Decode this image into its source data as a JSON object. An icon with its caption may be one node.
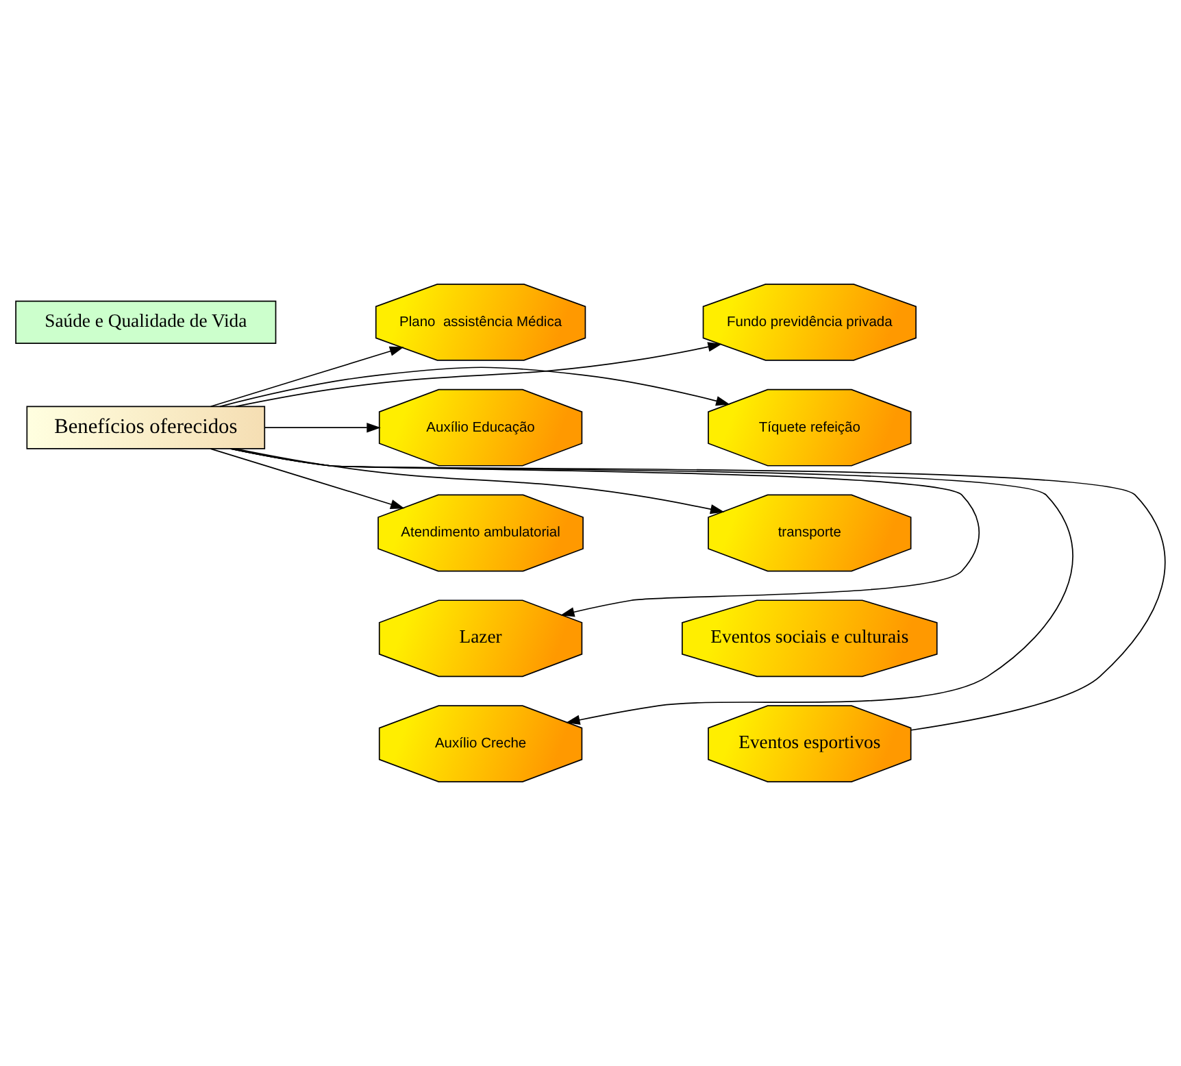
{
  "diagram": {
    "nodes": [
      {
        "text": [
          "Saúde e Qualidade de Vida"
        ]
      },
      {
        "text": [
          "Benefícios oferecidos"
        ]
      },
      {
        "text": [
          "Plano  assistência Médica"
        ]
      },
      {
        "text": [
          "Fundo previdência privada"
        ]
      },
      {
        "text": [
          "Auxílio Educação"
        ]
      },
      {
        "text": [
          "Tíquete refeição"
        ]
      },
      {
        "text": [
          "Atendimento ambulatorial"
        ]
      },
      {
        "text": [
          "transporte"
        ]
      },
      {
        "text": [
          "Lazer"
        ]
      },
      {
        "text": [
          "Eventos sociais e culturais"
        ]
      },
      {
        "text": [
          "Auxílio Creche"
        ]
      },
      {
        "text": [
          "Eventos esportivos"
        ]
      }
    ],
    "edges": [
      {
        "from": 1,
        "to": 2,
        "arrow": "to"
      },
      {
        "from": 1,
        "to": 4,
        "arrow": "to"
      },
      {
        "from": 1,
        "to": 6,
        "arrow": "to"
      },
      {
        "from": 1,
        "to": 8,
        "arrow": "to"
      },
      {
        "from": 1,
        "to": 10,
        "arrow": "to"
      },
      {
        "from": 1,
        "to": 11,
        "arrow": "none"
      },
      {
        "from": 1,
        "to": 3,
        "arrow": "to"
      },
      {
        "from": 1,
        "to": 5,
        "arrow": "to"
      },
      {
        "from": 1,
        "to": 7,
        "arrow": "to"
      }
    ]
  }
}
